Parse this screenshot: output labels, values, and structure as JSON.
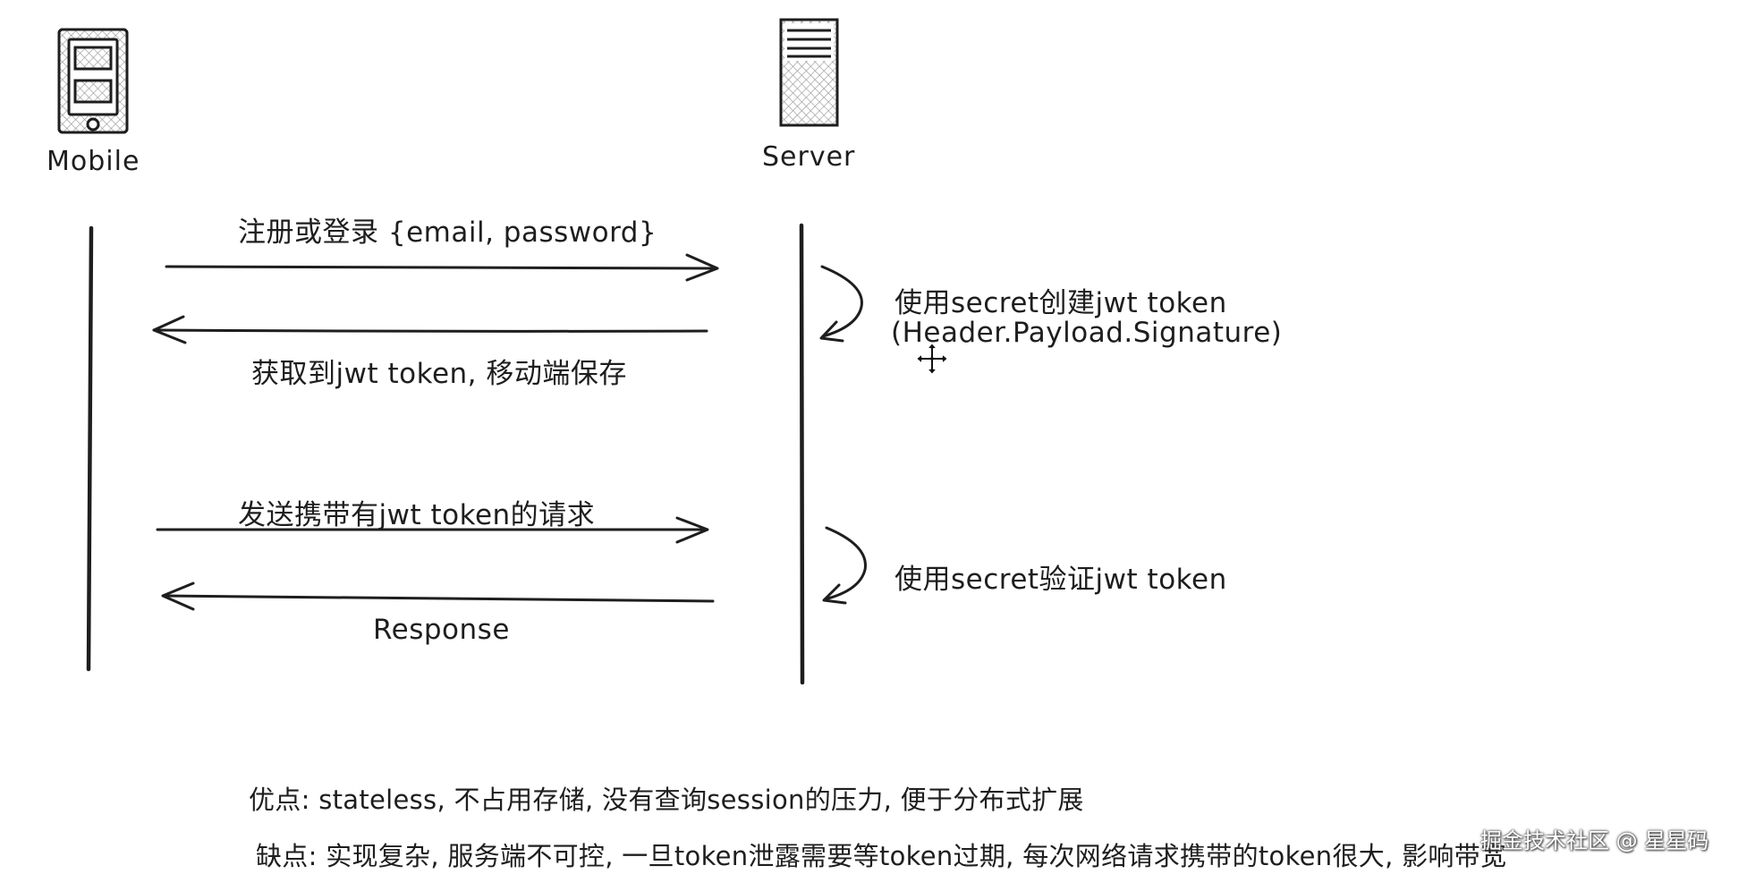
{
  "actors": {
    "mobile": "Mobile",
    "server": "Server"
  },
  "messages": {
    "register_login": "注册或登录 {email, password}",
    "get_token": "获取到jwt token, 移动端保存",
    "send_request": "发送携带有jwt token的请求",
    "response": "Response"
  },
  "server_notes": {
    "create_token_line1": "使用secret创建jwt token",
    "create_token_line2": "(Header.Payload.Signature)",
    "verify_token": "使用secret验证jwt token"
  },
  "summary": {
    "pros": "优点: stateless, 不占用存储, 没有查询session的压力, 便于分布式扩展",
    "cons": "缺点: 实现复杂, 服务端不可控, 一旦token泄露需要等token过期, 每次网络请求携带的token很大, 影响带宽"
  },
  "watermark": "掘金技术社区 @ 星星码",
  "colors": {
    "stroke": "#1e1e1e",
    "hatch": "#9a9a9a"
  },
  "icons": {
    "mobile": "mobile-phone-icon",
    "server": "server-tower-icon",
    "cursor": "move-cursor-icon"
  }
}
